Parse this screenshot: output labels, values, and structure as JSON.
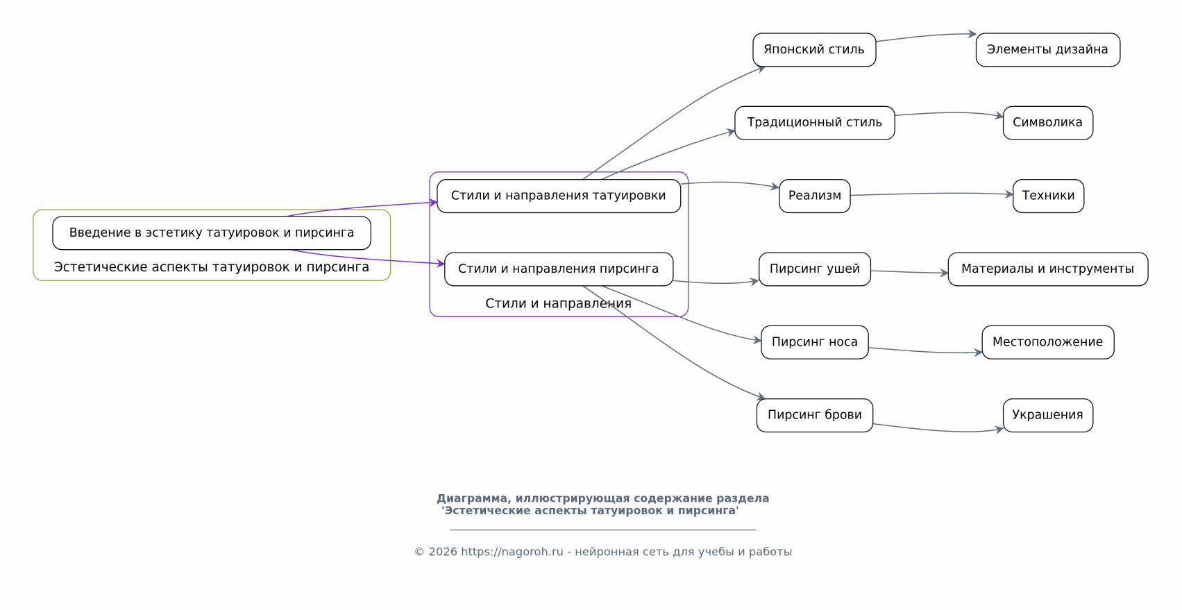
{
  "clusters": {
    "aesthetics": {
      "label": "Эстетические аспекты татуировок и пирсинга",
      "color": "#8aac3c"
    },
    "styles": {
      "label": "Стили и направления",
      "color": "#7b35c8"
    }
  },
  "nodes": {
    "intro": "Введение в эстетику татуировок и пирсинга",
    "tattoo_styles": "Стили и направления татуировки",
    "piercing_styles": "Стили и направления пирсинга",
    "japanese": "Японский стиль",
    "traditional": "Традиционный стиль",
    "realism": "Реализм",
    "ear": "Пирсинг ушей",
    "nose": "Пирсинг носа",
    "brow": "Пирсинг брови",
    "design": "Элементы дизайна",
    "symbolism": "Символика",
    "techniques": "Техники",
    "materials": "Материалы и инструменты",
    "location": "Местоположение",
    "jewelry": "Украшения"
  },
  "footer": {
    "title_line1": "Диаграмма, иллюстрирующая содержание раздела",
    "title_line2": "'Эстетические аспекты татуировок и пирсинга'",
    "copyright": "© 2026 https://nagoroh.ru - нейронная сеть для учебы и работы"
  },
  "colors": {
    "edge": "#5f6e7e",
    "cluster_edge": "#7b35c8",
    "footer_text": "#5a6a7a"
  }
}
